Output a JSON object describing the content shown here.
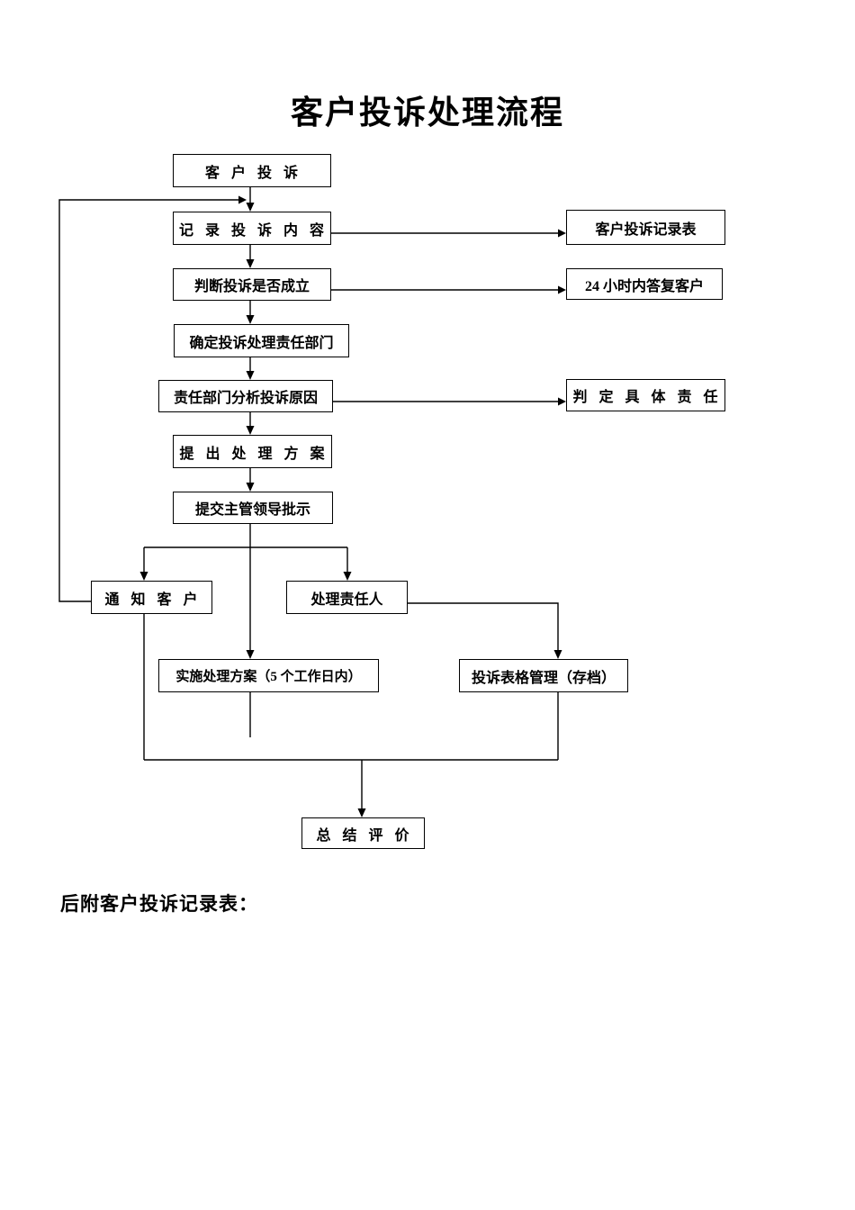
{
  "page": {
    "title": "客户投诉处理流程",
    "footer_note": "后附客户投诉记录表："
  },
  "nodes": {
    "customer_complaint": {
      "label": "客 户 投 诉"
    },
    "record_content": {
      "label": "记 录 投 诉 内 容"
    },
    "complaint_record_form": {
      "label": "客户投诉记录表"
    },
    "judge_validity": {
      "label": "判断投诉是否成立"
    },
    "reply_24h": {
      "label": "24 小时内答复客户"
    },
    "determine_dept": {
      "label": "确定投诉处理责任部门"
    },
    "analyze_cause": {
      "label": "责任部门分析投诉原因"
    },
    "specific_responsibility": {
      "label": "判 定 具 体 责 任"
    },
    "propose_plan": {
      "label": "提 出 处 理 方 案"
    },
    "submit_approval": {
      "label": "提交主管领导批示"
    },
    "notify_customer": {
      "label": "通 知 客 户"
    },
    "handler": {
      "label": "处理责任人"
    },
    "implement_plan": {
      "label": "实施处理方案（5 个工作日内）"
    },
    "form_management": {
      "label": "投诉表格管理（存档）"
    },
    "summary_evaluation": {
      "label": "总 结 评 价"
    }
  },
  "edges": [
    {
      "from": "customer_complaint",
      "to": "record_content"
    },
    {
      "from": "record_content",
      "to": "complaint_record_form"
    },
    {
      "from": "record_content",
      "to": "judge_validity"
    },
    {
      "from": "judge_validity",
      "to": "reply_24h"
    },
    {
      "from": "judge_validity",
      "to": "determine_dept"
    },
    {
      "from": "determine_dept",
      "to": "analyze_cause"
    },
    {
      "from": "analyze_cause",
      "to": "specific_responsibility"
    },
    {
      "from": "analyze_cause",
      "to": "propose_plan"
    },
    {
      "from": "propose_plan",
      "to": "submit_approval"
    },
    {
      "from": "submit_approval",
      "to": "notify_customer"
    },
    {
      "from": "submit_approval",
      "to": "handler"
    },
    {
      "from": "submit_approval",
      "to": "implement_plan"
    },
    {
      "from": "notify_customer",
      "to": "record_content"
    },
    {
      "from": "handler",
      "to": "form_management"
    },
    {
      "from": "notify_customer",
      "to": "summary_evaluation"
    },
    {
      "from": "form_management",
      "to": "summary_evaluation"
    }
  ],
  "colors": {
    "background": "#ffffff",
    "line": "#000000",
    "text": "#000000"
  }
}
